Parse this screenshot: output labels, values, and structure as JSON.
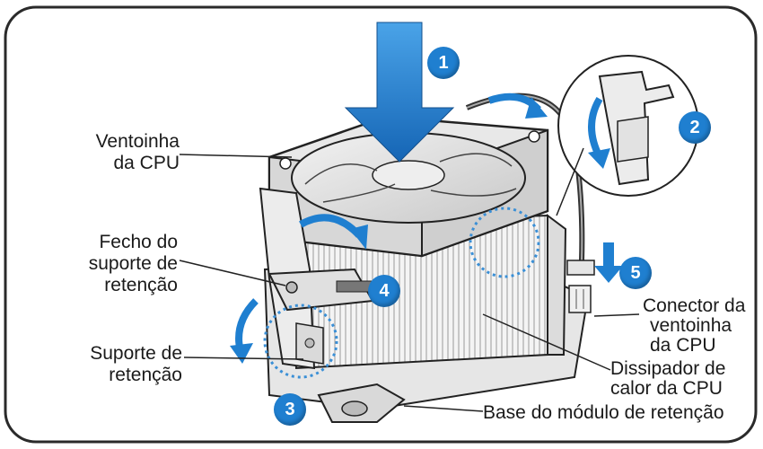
{
  "labels": {
    "cpu_fan": [
      "Ventoinha",
      "da CPU"
    ],
    "latch": [
      "Fecho do",
      "suporte de",
      "retenção"
    ],
    "bracket": [
      "Suporte de",
      "retenção"
    ],
    "fan_connector": [
      "Conector da",
      "ventoinha",
      "da CPU"
    ],
    "heatsink": [
      "Dissipador de",
      "calor da CPU"
    ],
    "module_base": "Base do módulo de retenção"
  },
  "steps": [
    "1",
    "2",
    "3",
    "4",
    "5"
  ],
  "colors": {
    "step_badge": "#1f7fd0",
    "arrow": "#1f7fd0",
    "line_art": "#222222",
    "dotted_highlight": "#3a8fd6"
  }
}
